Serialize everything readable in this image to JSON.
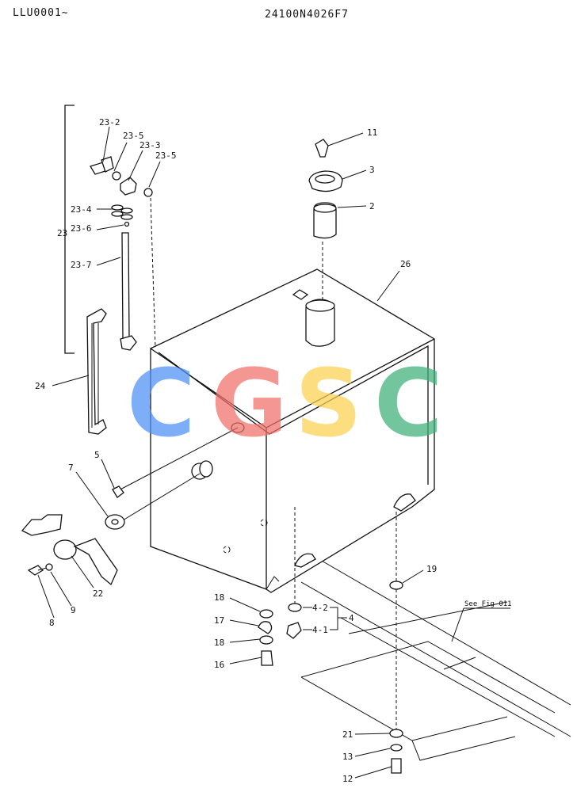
{
  "header": {
    "left_code": "LLU0001~",
    "center_code": "24100N4026F7"
  },
  "watermark": {
    "letters": [
      "C",
      "G",
      "S",
      "C"
    ],
    "colors": [
      "#4f8ff7",
      "#f0706a",
      "#fcd250",
      "#3eb07a"
    ]
  },
  "callouts": {
    "p23_2": "23-2",
    "p23_5a": "23-5",
    "p23_3": "23-3",
    "p23_5b": "23-5",
    "p23_4": "23-4",
    "p23": "23",
    "p23_6": "23-6",
    "p23_7": "23-7",
    "p24": "24",
    "p11": "11",
    "p3": "3",
    "p2": "2",
    "p26": "26",
    "p5": "5",
    "p7": "7",
    "p22": "22",
    "p8": "8",
    "p9": "9",
    "p18a": "18",
    "p17": "17",
    "p18b": "18",
    "p16": "16",
    "p4_2": "4-2",
    "p4": "4",
    "p4_1": "4-1",
    "p19": "19",
    "p21": "21",
    "p13": "13",
    "p12": "12"
  },
  "reference": {
    "see_fig": "See Fig 011"
  }
}
